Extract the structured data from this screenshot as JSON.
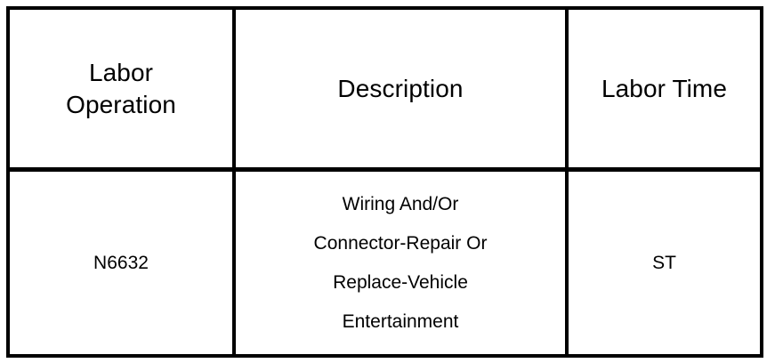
{
  "table": {
    "columns": [
      {
        "key": "labor_operation",
        "header_lines": [
          "Labor",
          "Operation"
        ]
      },
      {
        "key": "description",
        "header_lines": [
          "Description"
        ]
      },
      {
        "key": "labor_time",
        "header_lines": [
          "Labor Time"
        ]
      }
    ],
    "headers": {
      "labor_operation_line1": "Labor",
      "labor_operation_line2": "Operation",
      "description": "Description",
      "labor_time": "Labor Time"
    },
    "rows": [
      {
        "labor_operation": "N6632",
        "description_lines": [
          "Wiring And/Or",
          "Connector-Repair Or",
          "Replace-Vehicle",
          "Entertainment"
        ],
        "description_text": "Wiring And/Or Connector-Repair Or Replace-Vehicle Entertainment",
        "labor_time": "ST"
      }
    ]
  },
  "style": {
    "border_color": "#000000",
    "background_color": "#ffffff",
    "text_color": "#000000"
  }
}
